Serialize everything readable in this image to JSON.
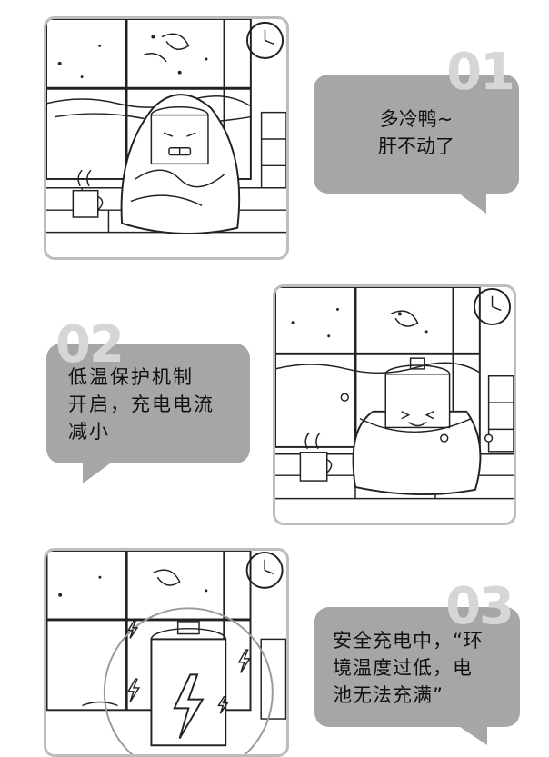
{
  "panels": [
    {
      "number": "01",
      "lines": [
        "多冷鸭~",
        "肝不动了"
      ],
      "character": "cold-battery-in-blanket"
    },
    {
      "number": "02",
      "lines": [
        "低温保护机制",
        "开启，充电电流",
        "减小"
      ],
      "character": "battery-in-blanket-smiling"
    },
    {
      "number": "03",
      "lines": [
        "安全充电中，“环",
        "境温度过低，电",
        "池无法充满”"
      ],
      "character": "charging-battery-hologram"
    }
  ],
  "colors": {
    "bubble": "#a6a6a6",
    "number": "#d6d6d6",
    "panel_border": "#bdbdbd",
    "ink": "#222222"
  }
}
